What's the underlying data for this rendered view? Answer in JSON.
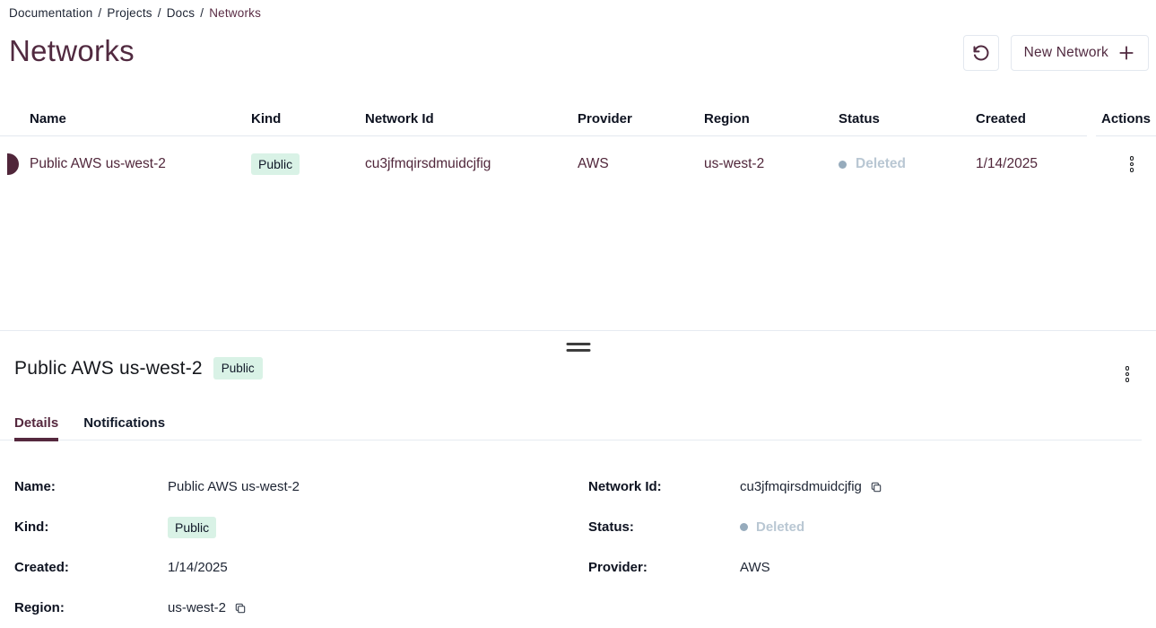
{
  "breadcrumb": {
    "separator": "/",
    "items": [
      "Documentation",
      "Projects",
      "Docs",
      "Networks"
    ]
  },
  "header": {
    "title": "Networks",
    "new_network_label": "New Network"
  },
  "table": {
    "columns": [
      "Name",
      "Kind",
      "Network Id",
      "Provider",
      "Region",
      "Status",
      "Created",
      "Actions"
    ],
    "rows": [
      {
        "name": "Public AWS us-west-2",
        "kind": "Public",
        "network_id": "cu3jfmqirsdmuidcjfig",
        "provider": "AWS",
        "region": "us-west-2",
        "status": "Deleted",
        "created": "1/14/2025"
      }
    ]
  },
  "drawer": {
    "title": "Public AWS us-west-2",
    "badge": "Public",
    "tabs": [
      {
        "label": "Details"
      },
      {
        "label": "Notifications"
      }
    ],
    "details": {
      "name_label": "Name:",
      "name_value": "Public AWS us-west-2",
      "network_id_label": "Network Id:",
      "network_id_value": "cu3jfmqirsdmuidcjfig",
      "kind_label": "Kind:",
      "kind_value": "Public",
      "status_label": "Status:",
      "status_value": "Deleted",
      "created_label": "Created:",
      "created_value": "1/14/2025",
      "provider_label": "Provider:",
      "provider_value": "AWS",
      "region_label": "Region:",
      "region_value": "us-west-2"
    }
  },
  "colors": {
    "accent": "#512a40",
    "badge_bg": "#d9f2e6",
    "status_text": "#b9c7d3",
    "status_dot": "#96abbc",
    "border": "#e3e8ef"
  },
  "icons": {
    "refresh": "rotate-ccw-icon",
    "plus": "plus-icon",
    "kebab": "kebab-menu-icon",
    "copy": "copy-icon",
    "drag": "drag-handle-icon"
  }
}
